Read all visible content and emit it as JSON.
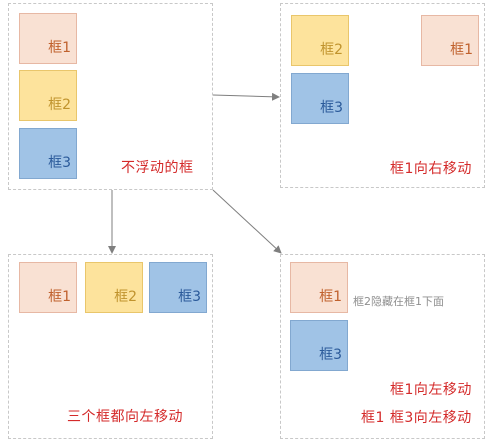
{
  "panels": {
    "initial": {
      "boxes": [
        "框1",
        "框2",
        "框3"
      ],
      "caption": "不浮动的框"
    },
    "right": {
      "boxes": [
        "框2",
        "框3",
        "框1"
      ],
      "caption": "框1向右移动"
    },
    "left_all": {
      "boxes": [
        "框1",
        "框2",
        "框3"
      ],
      "caption": "三个框都向左移动"
    },
    "left_one": {
      "boxes": [
        "框1",
        "框3"
      ],
      "note": "框2隐藏在框1下面",
      "caption_1": "框1向左移动",
      "caption_2": "框1 框3向左移动"
    }
  },
  "colors": {
    "box1": "#f9e1d3",
    "box2": "#fde39c",
    "box3": "#a0c3e6",
    "caption": "#d42a2a",
    "border": "#c8c8c8",
    "arrow": "#7f7f7f"
  }
}
